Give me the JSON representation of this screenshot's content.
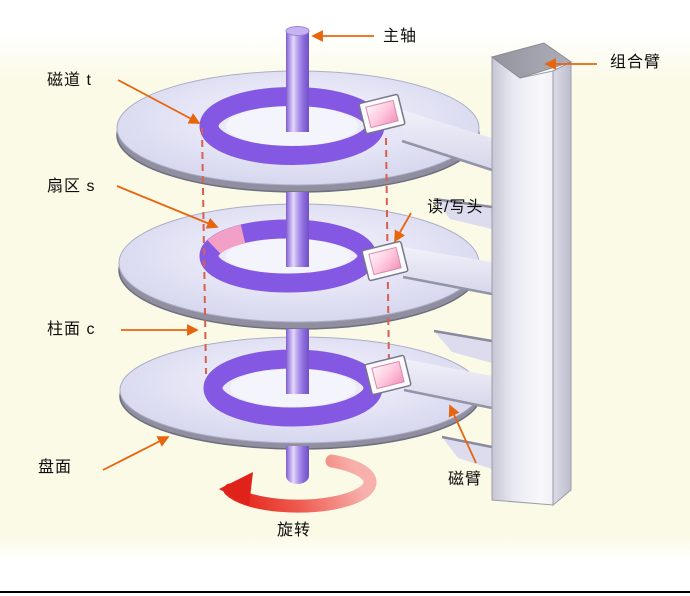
{
  "figure": {
    "type": "hard-disk-structure-diagram",
    "labels": {
      "spindle": "主轴",
      "track": "磁道 t",
      "sector": "扇区 s",
      "cylinder": "柱面 c",
      "platter_surface": "盘面",
      "rotation": "旋转",
      "actuator_assembly": "组合臂",
      "read_write_head": "读/写头",
      "disk_arm": "磁臂"
    },
    "colors": {
      "background_tint": "#fbfae6",
      "platter_lavender": "#dcdcf2",
      "platter_rim_gray": "#8f8fa0",
      "track_ring_purple": "#8458e2",
      "sector_pink": "#f2a0c6",
      "spindle_purple": "#9a7ae6",
      "head_pink": "#f093bc",
      "arm_lavender": "#e4e4f4",
      "actuator_gray": "#c9c9d6",
      "label_arrow_orange": "#e8650f",
      "cylinder_dash_red": "#d95f4e",
      "rotation_red": "#e5261c",
      "bottom_rule_black": "#000000"
    }
  }
}
